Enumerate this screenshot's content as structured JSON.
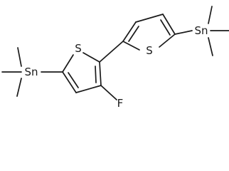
{
  "molecule": {
    "atoms": {
      "s_left_ring": "S",
      "s_right_ring": "S",
      "fluorine": "F",
      "tin_left": "Sn",
      "tin_right": "Sn"
    }
  },
  "colors": {
    "bond": "#1a1a1a",
    "background": "#ffffff"
  }
}
